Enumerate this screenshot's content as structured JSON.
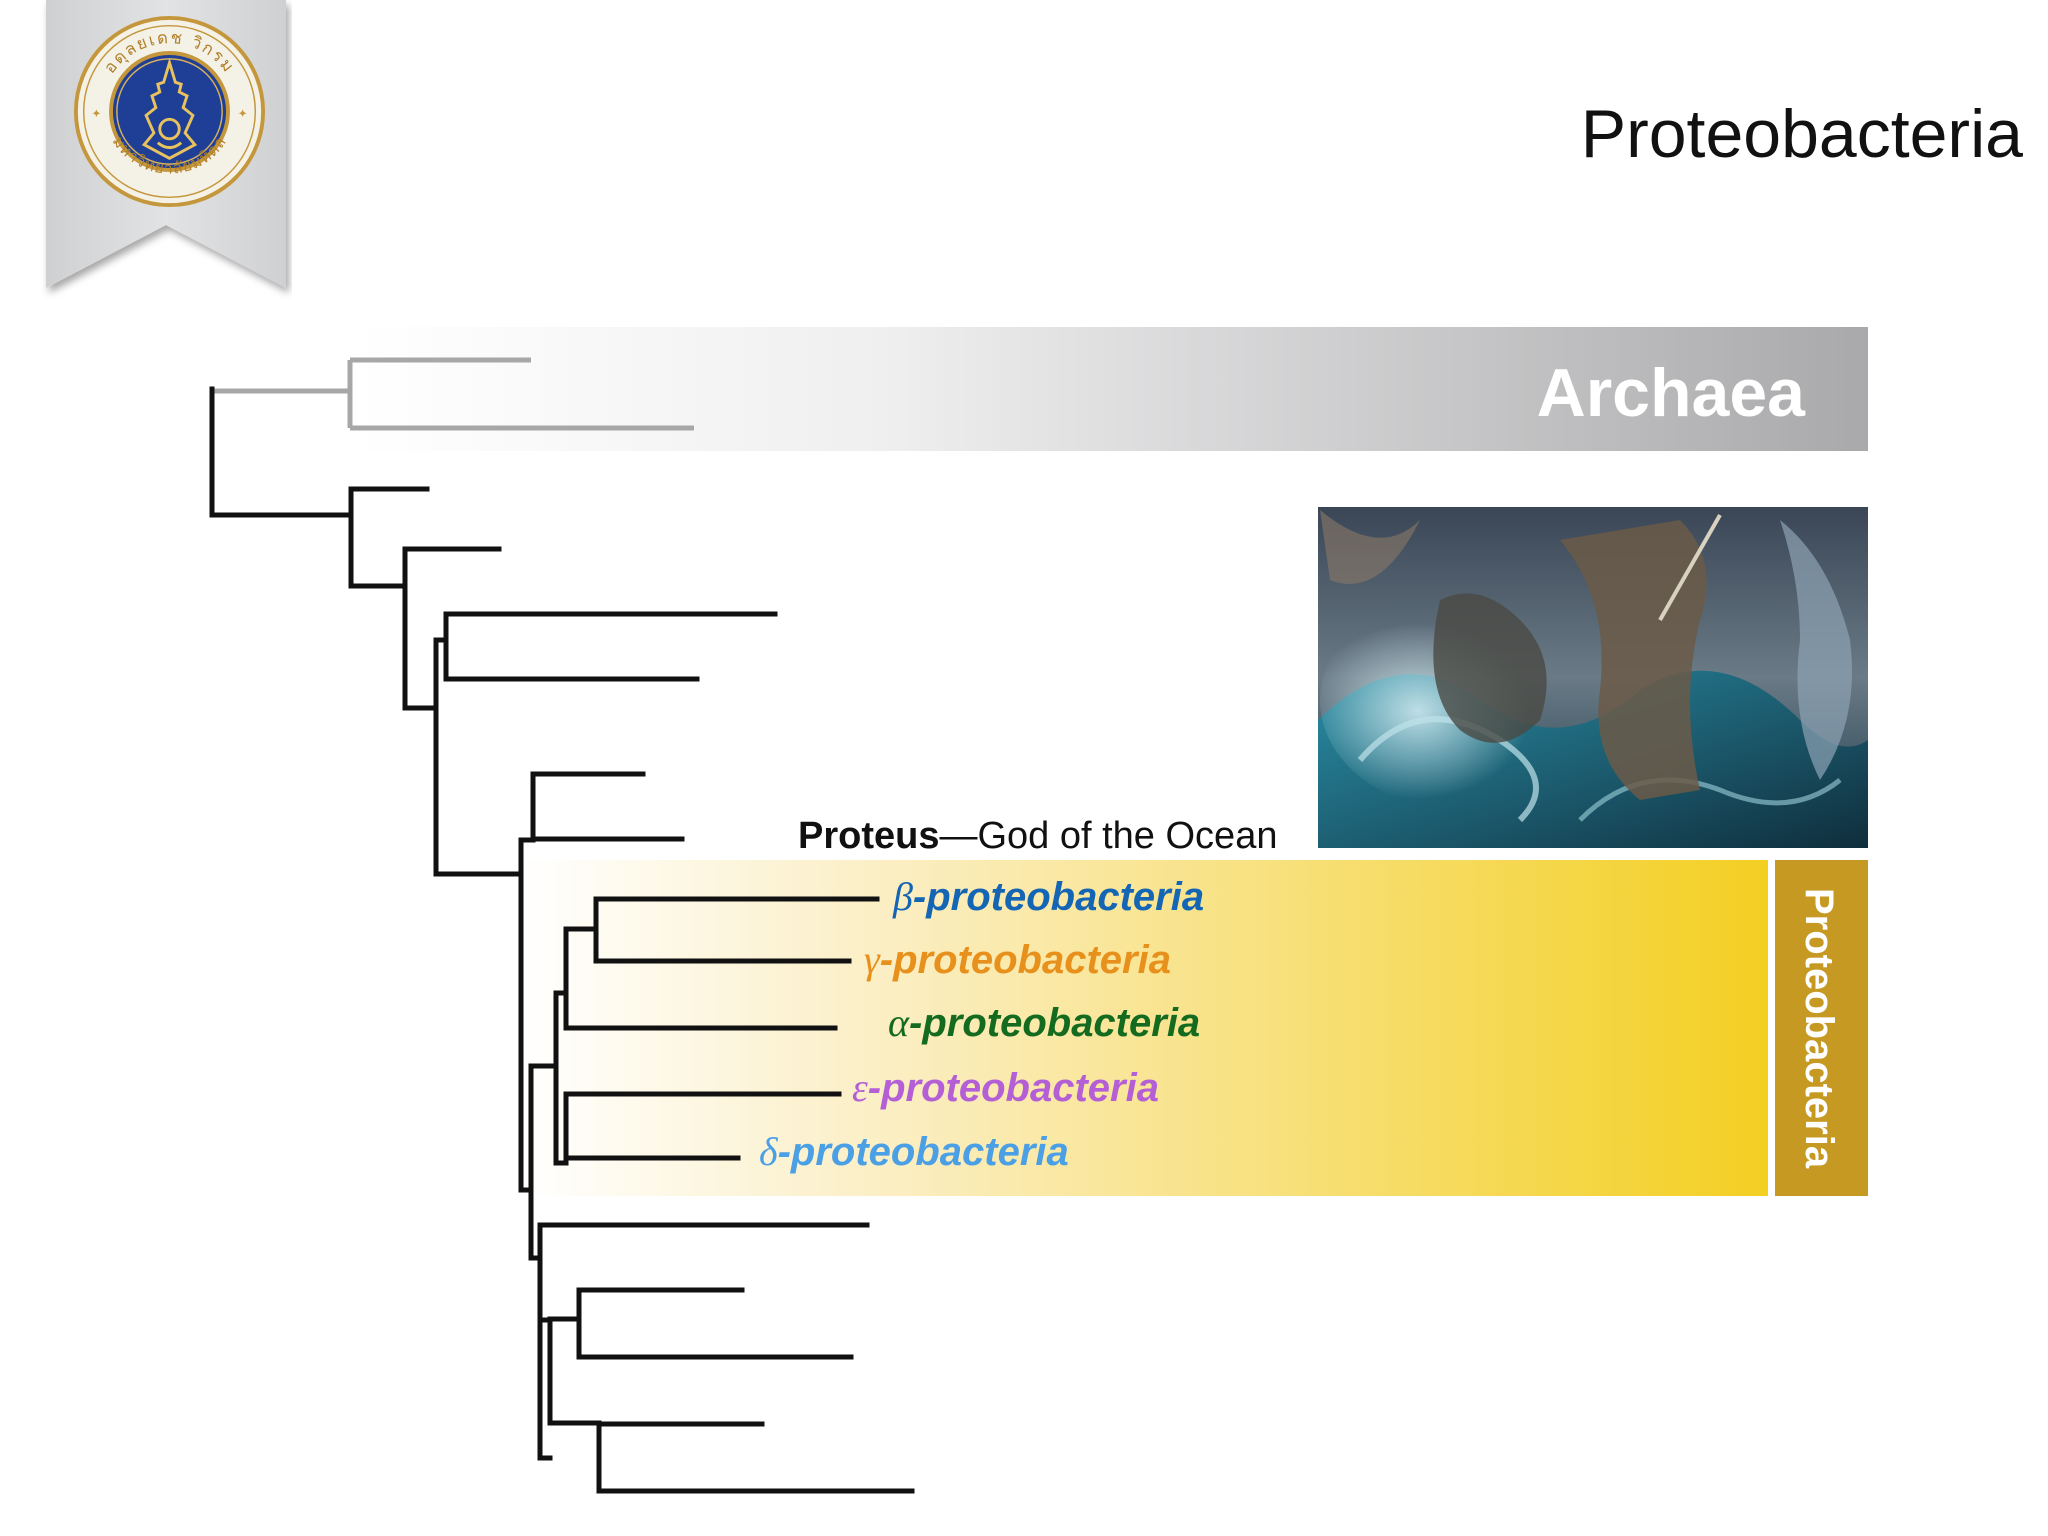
{
  "slide": {
    "title": "Proteobacteria"
  },
  "logo": {
    "name": "university-seal",
    "ring_text_top": "อดุลยเดช วิกรม",
    "ring_text_bottom": "มหาวิทยาลัยมหิดล",
    "colors": {
      "ribbon": "#dadbdd",
      "seal_blue": "#1f3f97",
      "seal_gold": "#c5973c"
    }
  },
  "diagram": {
    "archaea_label": "Archaea",
    "proteobacteria_side_label": "Proteobacteria",
    "proteus_name": "Proteus",
    "proteus_desc": "—God of the Ocean",
    "taxa": [
      {
        "greek": "β",
        "suffix": "-proteobacteria",
        "color": "#1565b5"
      },
      {
        "greek": "γ",
        "suffix": "-proteobacteria",
        "color": "#e8901c"
      },
      {
        "greek": "α",
        "suffix": "-proteobacteria",
        "color": "#146b1f"
      },
      {
        "greek": "ε",
        "suffix": "-proteobacteria",
        "color": "#b55fd6"
      },
      {
        "greek": "δ",
        "suffix": "-proteobacteria",
        "color": "#4a9fe5"
      }
    ],
    "colors": {
      "archaea_band_start": "#ffffff",
      "archaea_band_end": "#a9a9ab",
      "proteo_band_start": "#ffffff",
      "proteo_band_end": "#f3cf22",
      "proteo_tab": "#c69a22",
      "tree_black": "#111111",
      "tree_gray": "#a7a7a7"
    }
  }
}
